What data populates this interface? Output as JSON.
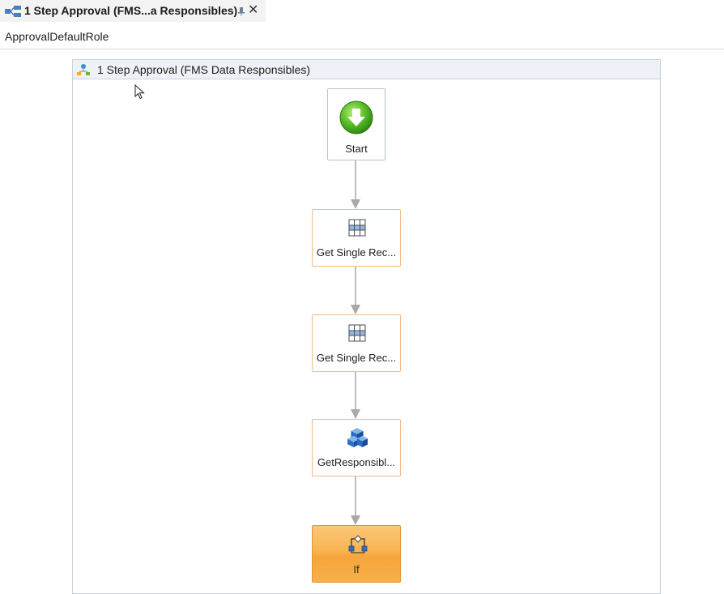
{
  "tab": {
    "title": "1 Step Approval (FMS...a Responsibles)",
    "icon": "workflow-designer-icon",
    "pin_icon": "pin-icon",
    "close_icon": "close-icon",
    "close_glyph": "✕"
  },
  "subheader": {
    "text": "ApprovalDefaultRole"
  },
  "canvas": {
    "title": "1 Step Approval (FMS Data Responsibles)",
    "icon": "flowchart-icon"
  },
  "nodes": [
    {
      "label": "Start",
      "icon": "start-arrow-icon"
    },
    {
      "label": "Get Single Rec...",
      "icon": "table-grid-icon"
    },
    {
      "label": "Get Single Rec...",
      "icon": "table-grid-icon"
    },
    {
      "label": "GetResponsibl...",
      "icon": "blue-cubes-icon"
    },
    {
      "label": "If",
      "icon": "if-branch-icon"
    }
  ],
  "colors": {
    "activity_border": "#f2b985",
    "if_fill": "#f8b452",
    "start_green": "#5cbf2a",
    "connector": "#a9a9a9"
  }
}
